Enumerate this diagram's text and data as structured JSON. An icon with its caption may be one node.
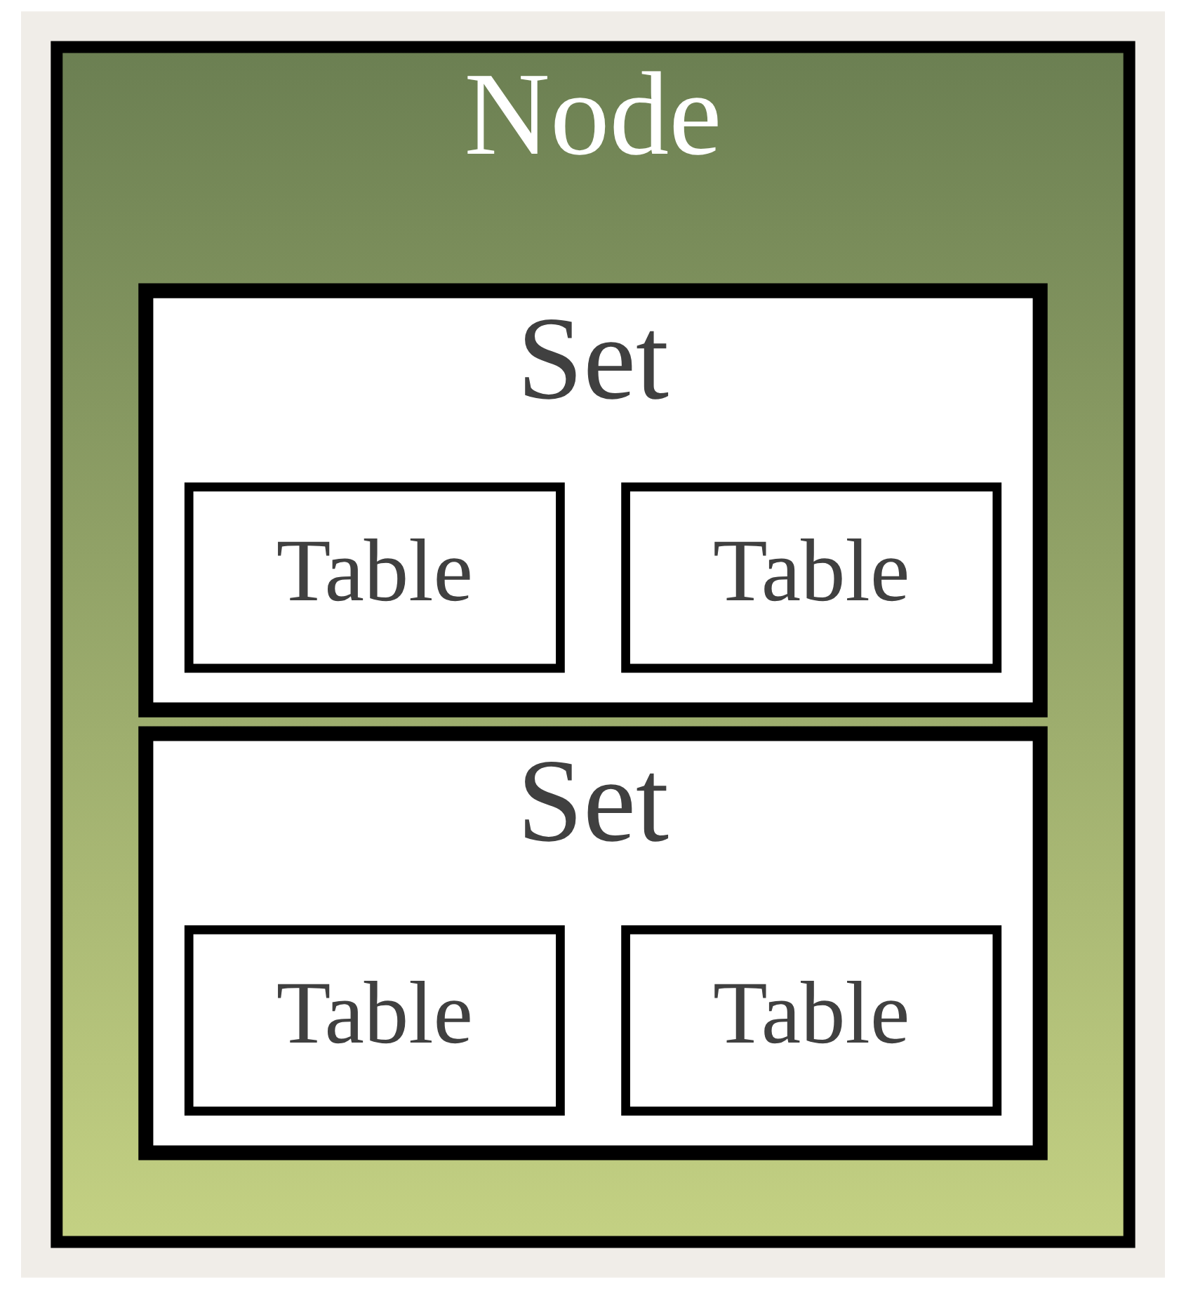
{
  "diagram": {
    "nodes": [
      {
        "text": [
          "Node"
        ]
      },
      {
        "text": [
          "Set"
        ],
        "in": 0
      },
      {
        "text": [
          "Table"
        ],
        "in": 1
      },
      {
        "text": [
          "Table"
        ],
        "in": 1
      },
      {
        "text": [
          "Set"
        ],
        "in": 0
      },
      {
        "text": [
          "Table"
        ],
        "in": 4
      },
      {
        "text": [
          "Table"
        ],
        "in": 4
      }
    ]
  }
}
